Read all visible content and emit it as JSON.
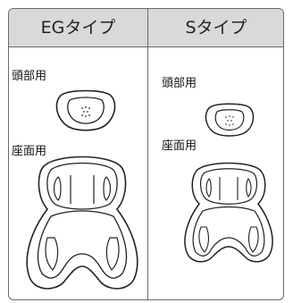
{
  "columns": [
    {
      "title": "EGタイプ",
      "head_label": "頭部用",
      "seat_label": "座面用"
    },
    {
      "title": "Sタイプ",
      "head_label": "頭部用",
      "seat_label": "座面用"
    }
  ],
  "colors": {
    "header_bg": "#d9d9d9",
    "border": "#6a6a6a",
    "line": "#222222"
  }
}
